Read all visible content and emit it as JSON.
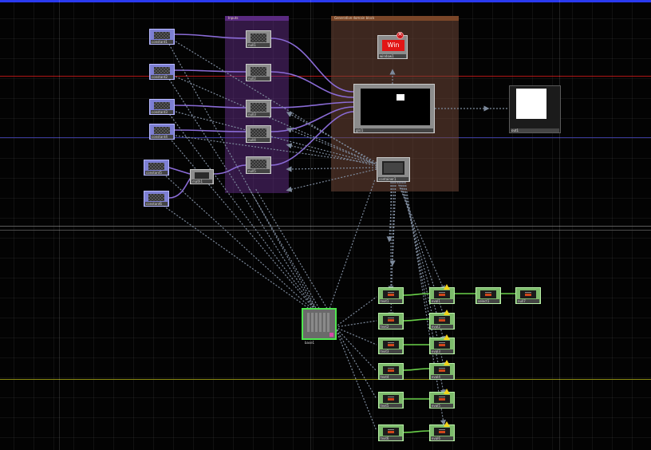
{
  "app": {
    "title": "TouchDesigner network editor"
  },
  "annotations": {
    "inputs": {
      "title": "Inputs",
      "color": "#7a3aa8"
    },
    "generative": {
      "title": "Generative domain block",
      "color": "#6e3b23"
    }
  },
  "nodes": {
    "chop_in_1": {
      "label": "constant1"
    },
    "chop_in_2": {
      "label": "constant2"
    },
    "chop_in_3": {
      "label": "constant3"
    },
    "chop_in_4": {
      "label": "constant4"
    },
    "chop_in_5": {
      "label": "constant5"
    },
    "chop_in_6": {
      "label": "constant6"
    },
    "chop_mid": {
      "label": "math1"
    },
    "top_in_1": {
      "label": "null1"
    },
    "top_in_2": {
      "label": "null2"
    },
    "top_in_3": {
      "label": "null3"
    },
    "top_in_4": {
      "label": "null4"
    },
    "top_in_5": {
      "label": "null5"
    },
    "window": {
      "label": "window1",
      "button_text": "Win"
    },
    "glsl_main": {
      "label": "glsl1"
    },
    "out_preview": {
      "label": "out1",
      "caption": ""
    },
    "panel": {
      "label": "container1"
    },
    "comp_selected": {
      "label": "base1"
    },
    "dat_left": [
      {
        "label": "text1"
      },
      {
        "label": "text2"
      },
      {
        "label": "text3"
      },
      {
        "label": "text4"
      },
      {
        "label": "text5"
      },
      {
        "label": "text6"
      }
    ],
    "dat_right": [
      {
        "label": "eval1"
      },
      {
        "label": "eval2"
      },
      {
        "label": "eval3"
      },
      {
        "label": "eval4"
      },
      {
        "label": "eval5"
      },
      {
        "label": "eval6"
      }
    ],
    "dat_chain": [
      {
        "label": "select1"
      },
      {
        "label": "null7"
      }
    ]
  },
  "colors": {
    "accent": "#2a3af0",
    "guide_red": "#b01616",
    "guide_blue": "#3a3a9a",
    "guide_yellow": "#8a8a12",
    "chop_wire": "#8a6bd6",
    "export_wire": "#7d8a9c",
    "dat_wire": "#6ad14a"
  }
}
